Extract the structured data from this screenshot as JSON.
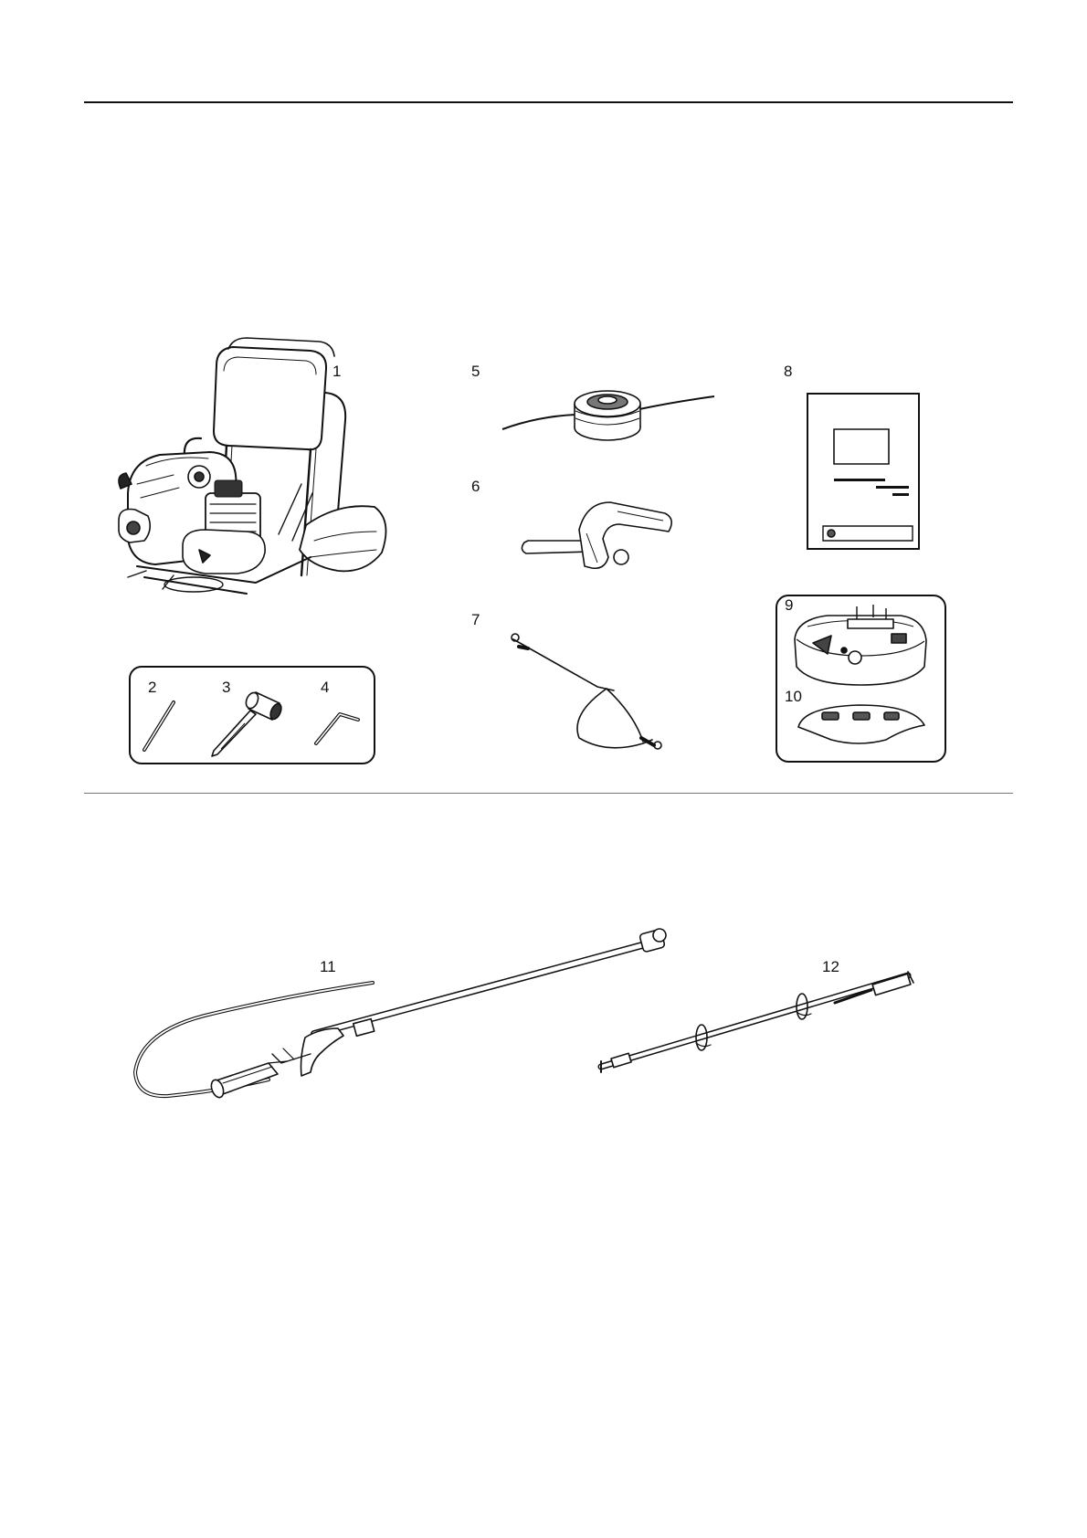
{
  "page": {
    "background": "#ffffff",
    "ink": "#111111"
  },
  "parts": {
    "p1": "1",
    "p2": "2",
    "p3": "3",
    "p4": "4",
    "p5": "5",
    "p6": "6",
    "p7": "7",
    "p8": "8",
    "p9": "9",
    "p10": "10",
    "p11": "11",
    "p12": "12"
  },
  "icons": {
    "p1": "backpack-engine-unit-illustration",
    "p2": "rod-tool-illustration",
    "p3": "spark-plug-wrench-illustration",
    "p4": "hex-key-illustration",
    "p5": "trimmer-line-head-illustration",
    "p6": "handle-bracket-illustration",
    "p7": "strap-cord-illustration",
    "p8": "instruction-manual-illustration",
    "p9": "guard-illustration",
    "p10": "guard-extension-illustration",
    "p11": "throttle-handle-tube-illustration",
    "p12": "drive-shaft-illustration"
  }
}
